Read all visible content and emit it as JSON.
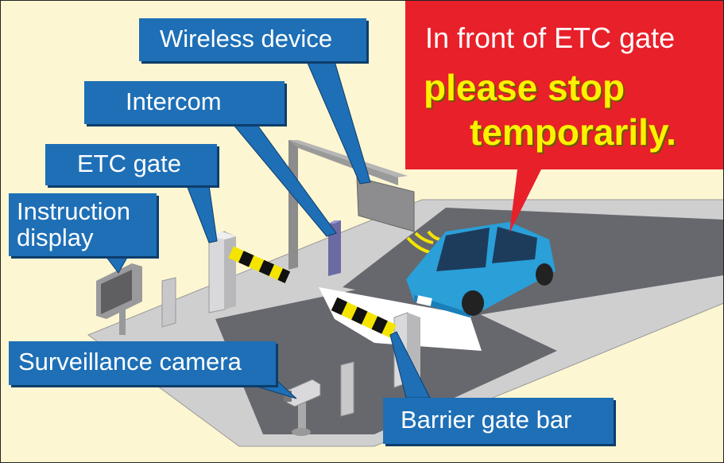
{
  "labels": {
    "wireless_device": "Wireless device",
    "intercom": "Intercom",
    "etc_gate": "ETC gate",
    "instruction_display": "Instruction display",
    "surveillance_camera": "Surveillance camera",
    "barrier_gate_bar": "Barrier gate bar"
  },
  "notice": {
    "line1": "In front of ETC gate",
    "line2": "please stop",
    "line3": "temporarily."
  },
  "colors": {
    "background": "#fdf6d2",
    "label_blue": "#1e6fb6",
    "notice_red": "#e8202a",
    "notice_yellow": "#fff200",
    "car_blue": "#2a9fd8",
    "road_gray": "#66686d"
  }
}
